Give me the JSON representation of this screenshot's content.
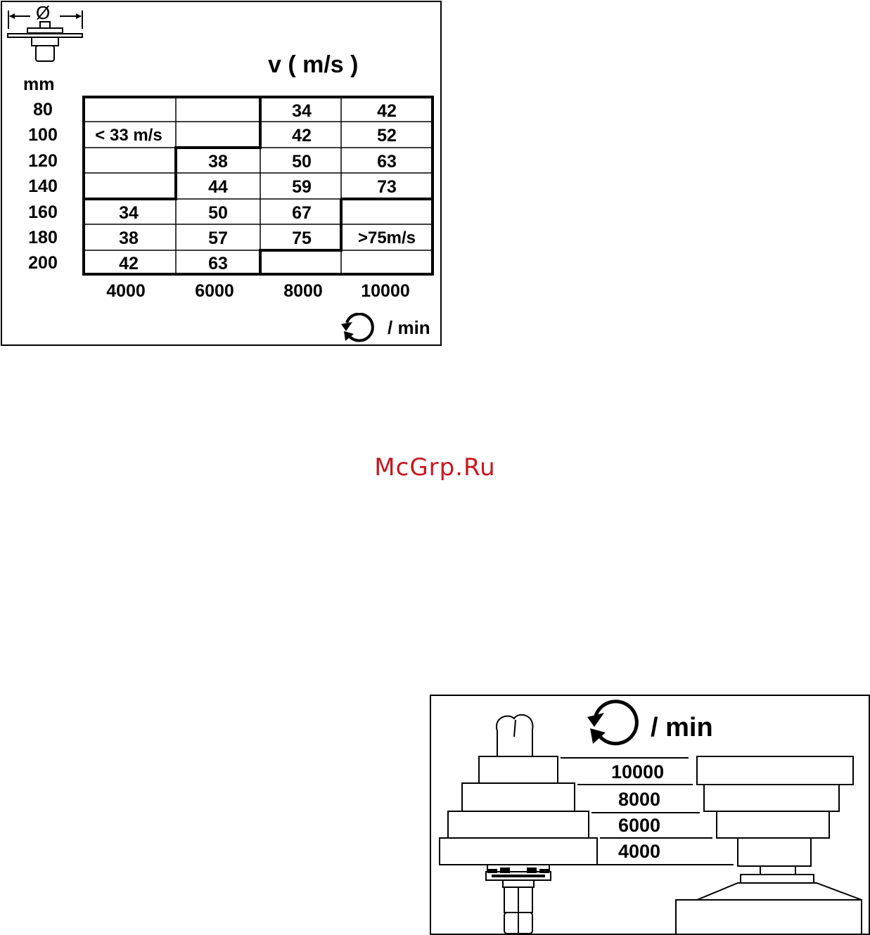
{
  "table_panel": {
    "title": "v ( m/s )",
    "diameter_symbol": "Ø",
    "row_unit": "mm",
    "rows": [
      "80",
      "100",
      "120",
      "140",
      "160",
      "180",
      "200"
    ],
    "columns": [
      "4000",
      "6000",
      "8000",
      "10000"
    ],
    "rpm_unit": "/ min",
    "cells": [
      [
        "",
        "",
        "34",
        "42"
      ],
      [
        "< 33 m/s",
        "",
        "42",
        "52"
      ],
      [
        "",
        "38",
        "50",
        "63"
      ],
      [
        "",
        "44",
        "59",
        "73"
      ],
      [
        "34",
        "50",
        "67",
        ""
      ],
      [
        "38",
        "57",
        "75",
        ">75m/s"
      ],
      [
        "42",
        "63",
        "",
        ""
      ]
    ]
  },
  "watermark": "McGrp.Ru",
  "pulley_panel": {
    "rpm_unit": "/ min",
    "speeds": [
      "10000",
      "8000",
      "6000",
      "4000"
    ]
  },
  "icons": [
    "cutter-diameter-icon",
    "rotation-arrow-icon",
    "stepped-pulley-icon"
  ],
  "colors": {
    "watermark": "#c8171e",
    "lines": "#000000"
  }
}
